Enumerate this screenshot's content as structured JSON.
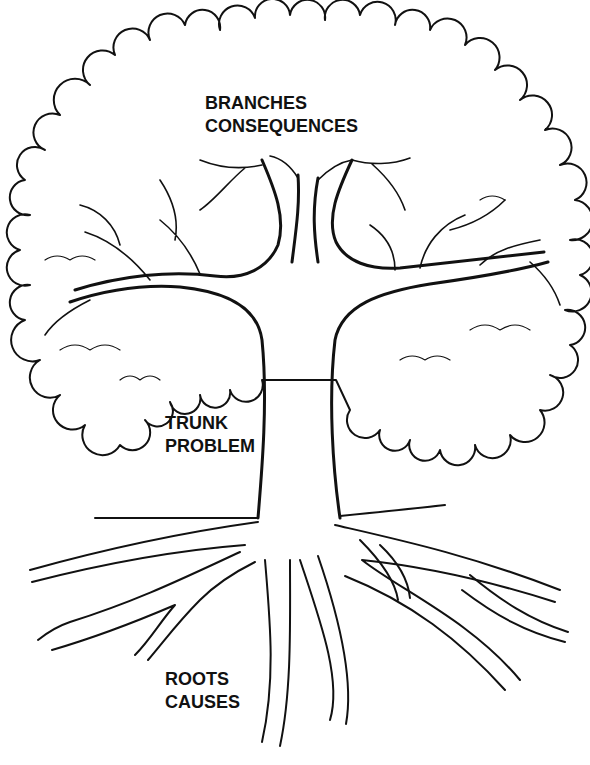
{
  "diagram": {
    "labels": [
      "BRANCHES CONSEQUENCES",
      "TRUNK PROBLEM",
      "ROOTS CAUSES"
    ]
  }
}
